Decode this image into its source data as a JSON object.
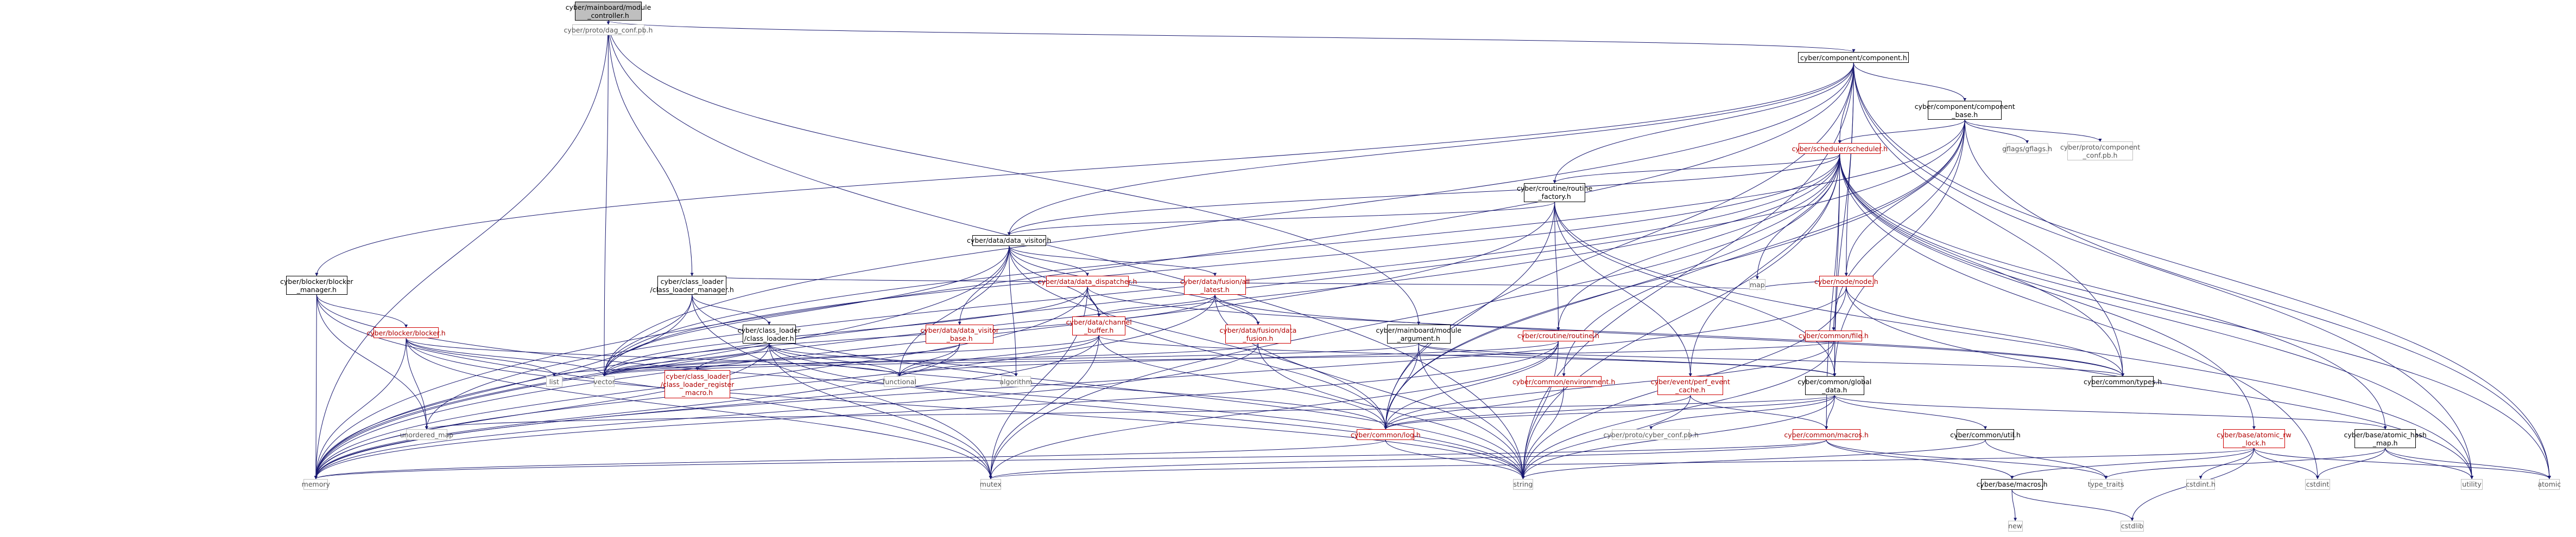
{
  "diagram": {
    "type": "include-dependency-graph",
    "edge_color": "#191970",
    "nodes": [
      {
        "id": "root",
        "label": "cyber/mainboard/module\n_controller.h",
        "style": "root"
      },
      {
        "id": "dag_conf",
        "label": "cyber/proto/dag_conf.pb.h",
        "style": "gray"
      },
      {
        "id": "component",
        "label": "cyber/component/component.h",
        "style": "black"
      },
      {
        "id": "component_base",
        "label": "cyber/component/component\n_base.h",
        "style": "black"
      },
      {
        "id": "gflags",
        "label": "gflags/gflags.h",
        "style": "gray"
      },
      {
        "id": "component_conf",
        "label": "cyber/proto/component\n_conf.pb.h",
        "style": "gray"
      },
      {
        "id": "scheduler",
        "label": "cyber/scheduler/scheduler.h",
        "style": "red"
      },
      {
        "id": "routine_factory",
        "label": "cyber/croutine/routine\n_factory.h",
        "style": "black"
      },
      {
        "id": "data_visitor",
        "label": "cyber/data/data_visitor.h",
        "style": "black"
      },
      {
        "id": "blocker_manager",
        "label": "cyber/blocker/blocker\n_manager.h",
        "style": "black"
      },
      {
        "id": "class_loader_manager",
        "label": "cyber/class_loader\n/class_loader_manager.h",
        "style": "black"
      },
      {
        "id": "data_dispatcher",
        "label": "cyber/data/data_dispatcher.h",
        "style": "red"
      },
      {
        "id": "all_latest",
        "label": "cyber/data/fusion/all\n_latest.h",
        "style": "red"
      },
      {
        "id": "node",
        "label": "cyber/node/node.h",
        "style": "red"
      },
      {
        "id": "blocker",
        "label": "cyber/blocker/blocker.h",
        "style": "red"
      },
      {
        "id": "class_loader",
        "label": "cyber/class_loader\n/class_loader.h",
        "style": "black"
      },
      {
        "id": "channel_buffer",
        "label": "cyber/data/channel\n_buffer.h",
        "style": "red"
      },
      {
        "id": "data_visitor_base",
        "label": "cyber/data/data_visitor\n_base.h",
        "style": "red"
      },
      {
        "id": "data_fusion",
        "label": "cyber/data/fusion/data\n_fusion.h",
        "style": "red"
      },
      {
        "id": "module_argument",
        "label": "cyber/mainboard/module\n_argument.h",
        "style": "black"
      },
      {
        "id": "routine",
        "label": "cyber/croutine/routine.h",
        "style": "red"
      },
      {
        "id": "file",
        "label": "cyber/common/file.h",
        "style": "red"
      },
      {
        "id": "map",
        "label": "map",
        "style": "gray"
      },
      {
        "id": "class_loader_register_macro",
        "label": "cyber/class_loader\n/class_loader_register\n_macro.h",
        "style": "red"
      },
      {
        "id": "environment",
        "label": "cyber/common/environment.h",
        "style": "red"
      },
      {
        "id": "perf_event_cache",
        "label": "cyber/event/perf_event\n_cache.h",
        "style": "red"
      },
      {
        "id": "global_data",
        "label": "cyber/common/global\n_data.h",
        "style": "black"
      },
      {
        "id": "types",
        "label": "cyber/common/types.h",
        "style": "black"
      },
      {
        "id": "list",
        "label": "list",
        "style": "gray"
      },
      {
        "id": "vector",
        "label": "vector",
        "style": "gray"
      },
      {
        "id": "functional",
        "label": "functional",
        "style": "gray"
      },
      {
        "id": "algorithm",
        "label": "algorithm",
        "style": "gray"
      },
      {
        "id": "unordered_map",
        "label": "unordered_map",
        "style": "gray"
      },
      {
        "id": "log",
        "label": "cyber/common/log.h",
        "style": "red"
      },
      {
        "id": "cyber_conf",
        "label": "cyber/proto/cyber_conf.pb.h",
        "style": "gray"
      },
      {
        "id": "macros_common",
        "label": "cyber/common/macros.h",
        "style": "red"
      },
      {
        "id": "util",
        "label": "cyber/common/util.h",
        "style": "black"
      },
      {
        "id": "atomic_rw_lock",
        "label": "cyber/base/atomic_rw\n_lock.h",
        "style": "red"
      },
      {
        "id": "atomic_hash_map",
        "label": "cyber/base/atomic_hash\n_map.h",
        "style": "black"
      },
      {
        "id": "memory",
        "label": "memory",
        "style": "gray"
      },
      {
        "id": "mutex",
        "label": "mutex",
        "style": "gray"
      },
      {
        "id": "string",
        "label": "string",
        "style": "gray"
      },
      {
        "id": "type_traits",
        "label": "type_traits",
        "style": "gray"
      },
      {
        "id": "base_macros",
        "label": "cyber/base/macros.h",
        "style": "black"
      },
      {
        "id": "uint_h",
        "label": "cstdint.h",
        "style": "gray"
      },
      {
        "id": "cstdint",
        "label": "cstdint",
        "style": "gray"
      },
      {
        "id": "utility",
        "label": "utility",
        "style": "gray"
      },
      {
        "id": "atomic",
        "label": "atomic",
        "style": "gray"
      },
      {
        "id": "new",
        "label": "new",
        "style": "gray"
      },
      {
        "id": "cstdlib",
        "label": "cstdlib",
        "style": "gray"
      }
    ],
    "edges": [
      [
        "root",
        "dag_conf"
      ],
      [
        "root",
        "component"
      ],
      [
        "root",
        "memory"
      ],
      [
        "root",
        "vector"
      ],
      [
        "root",
        "class_loader_manager"
      ],
      [
        "root",
        "module_argument"
      ],
      [
        "root",
        "string"
      ],
      [
        "component",
        "component_base"
      ],
      [
        "component",
        "scheduler"
      ],
      [
        "component",
        "routine_factory"
      ],
      [
        "component",
        "data_visitor"
      ],
      [
        "component",
        "blocker_manager"
      ],
      [
        "component",
        "types"
      ],
      [
        "component",
        "global_data"
      ],
      [
        "component",
        "utility"
      ],
      [
        "component",
        "memory"
      ],
      [
        "component",
        "vector"
      ],
      [
        "component",
        "node"
      ],
      [
        "component",
        "string"
      ],
      [
        "component",
        "atomic"
      ],
      [
        "component",
        "log"
      ],
      [
        "component_base",
        "gflags"
      ],
      [
        "component_base",
        "component_conf"
      ],
      [
        "component_base",
        "scheduler"
      ],
      [
        "component_base",
        "node"
      ],
      [
        "component_base",
        "file"
      ],
      [
        "component_base",
        "environment"
      ],
      [
        "component_base",
        "memory"
      ],
      [
        "component_base",
        "vector"
      ],
      [
        "component_base",
        "atomic"
      ],
      [
        "component_base",
        "global_data"
      ],
      [
        "component_base",
        "log"
      ],
      [
        "scheduler",
        "routine_factory"
      ],
      [
        "scheduler",
        "data_visitor"
      ],
      [
        "scheduler",
        "routine"
      ],
      [
        "scheduler",
        "map"
      ],
      [
        "scheduler",
        "mutex"
      ],
      [
        "scheduler",
        "vector"
      ],
      [
        "scheduler",
        "string"
      ],
      [
        "scheduler",
        "unordered_map"
      ],
      [
        "scheduler",
        "memory"
      ],
      [
        "scheduler",
        "atomic_rw_lock"
      ],
      [
        "scheduler",
        "atomic_hash_map"
      ],
      [
        "scheduler",
        "types"
      ],
      [
        "scheduler",
        "macros_common"
      ],
      [
        "scheduler",
        "log"
      ],
      [
        "scheduler",
        "global_data"
      ],
      [
        "scheduler",
        "utility"
      ],
      [
        "scheduler",
        "atomic"
      ],
      [
        "scheduler",
        "cstdint"
      ],
      [
        "scheduler",
        "perf_event_cache"
      ],
      [
        "routine_factory",
        "data_visitor"
      ],
      [
        "routine_factory",
        "routine"
      ],
      [
        "routine_factory",
        "global_data"
      ],
      [
        "routine_factory",
        "log"
      ],
      [
        "routine_factory",
        "memory"
      ],
      [
        "routine_factory",
        "utility"
      ],
      [
        "routine_factory",
        "perf_event_cache"
      ],
      [
        "data_visitor",
        "data_dispatcher"
      ],
      [
        "data_visitor",
        "all_latest"
      ],
      [
        "data_visitor",
        "data_visitor_base"
      ],
      [
        "data_visitor",
        "data_fusion"
      ],
      [
        "data_visitor",
        "channel_buffer"
      ],
      [
        "data_visitor",
        "log"
      ],
      [
        "data_visitor",
        "algorithm"
      ],
      [
        "data_visitor",
        "functional"
      ],
      [
        "data_visitor",
        "memory"
      ],
      [
        "data_visitor",
        "vector"
      ],
      [
        "blocker_manager",
        "blocker"
      ],
      [
        "blocker_manager",
        "memory"
      ],
      [
        "blocker_manager",
        "mutex"
      ],
      [
        "blocker_manager",
        "string"
      ],
      [
        "blocker_manager",
        "unordered_map"
      ],
      [
        "class_loader_manager",
        "class_loader"
      ],
      [
        "class_loader_manager",
        "map"
      ],
      [
        "class_loader_manager",
        "memory"
      ],
      [
        "class_loader_manager",
        "mutex"
      ],
      [
        "class_loader_manager",
        "string"
      ],
      [
        "class_loader_manager",
        "vector"
      ],
      [
        "data_dispatcher",
        "channel_buffer"
      ],
      [
        "data_dispatcher",
        "types"
      ],
      [
        "data_dispatcher",
        "log"
      ],
      [
        "data_dispatcher",
        "memory"
      ],
      [
        "data_dispatcher",
        "mutex"
      ],
      [
        "data_dispatcher",
        "vector"
      ],
      [
        "all_latest",
        "data_fusion"
      ],
      [
        "all_latest",
        "channel_buffer"
      ],
      [
        "all_latest",
        "types"
      ],
      [
        "all_latest",
        "memory"
      ],
      [
        "all_latest",
        "string"
      ],
      [
        "all_latest",
        "vector"
      ],
      [
        "node",
        "types"
      ],
      [
        "node",
        "map"
      ],
      [
        "node",
        "memory"
      ],
      [
        "node",
        "string"
      ],
      [
        "node",
        "utility"
      ],
      [
        "blocker",
        "list"
      ],
      [
        "blocker",
        "vector"
      ],
      [
        "blocker",
        "functional"
      ],
      [
        "blocker",
        "memory"
      ],
      [
        "blocker",
        "mutex"
      ],
      [
        "blocker",
        "string"
      ],
      [
        "blocker",
        "unordered_map"
      ],
      [
        "class_loader",
        "class_loader_register_macro"
      ],
      [
        "class_loader",
        "algorithm"
      ],
      [
        "class_loader",
        "functional"
      ],
      [
        "class_loader",
        "memory"
      ],
      [
        "class_loader",
        "mutex"
      ],
      [
        "class_loader",
        "string"
      ],
      [
        "class_loader",
        "vector"
      ],
      [
        "class_loader",
        "log"
      ],
      [
        "channel_buffer",
        "functional"
      ],
      [
        "channel_buffer",
        "memory"
      ],
      [
        "channel_buffer",
        "mutex"
      ],
      [
        "channel_buffer",
        "vector"
      ],
      [
        "channel_buffer",
        "log"
      ],
      [
        "channel_buffer",
        "global_data"
      ],
      [
        "data_visitor_base",
        "functional"
      ],
      [
        "data_visitor_base",
        "memory"
      ],
      [
        "data_visitor_base",
        "vector"
      ],
      [
        "data_fusion",
        "memory"
      ],
      [
        "data_fusion",
        "string"
      ],
      [
        "data_fusion",
        "vector"
      ],
      [
        "module_argument",
        "global_data"
      ],
      [
        "module_argument",
        "log"
      ],
      [
        "module_argument",
        "types"
      ],
      [
        "module_argument",
        "string"
      ],
      [
        "module_argument",
        "list"
      ],
      [
        "routine",
        "functional"
      ],
      [
        "routine",
        "memory"
      ],
      [
        "routine",
        "mutex"
      ],
      [
        "routine",
        "string"
      ],
      [
        "routine",
        "log"
      ],
      [
        "file",
        "log"
      ],
      [
        "file",
        "string"
      ],
      [
        "file",
        "vector"
      ],
      [
        "environment",
        "log"
      ],
      [
        "environment",
        "string"
      ],
      [
        "perf_event_cache",
        "log"
      ],
      [
        "perf_event_cache",
        "macros_common"
      ],
      [
        "perf_event_cache",
        "string"
      ],
      [
        "global_data",
        "cyber_conf"
      ],
      [
        "global_data",
        "macros_common"
      ],
      [
        "global_data",
        "util"
      ],
      [
        "global_data",
        "atomic_hash_map"
      ],
      [
        "global_data",
        "unordered_map"
      ],
      [
        "global_data",
        "string"
      ],
      [
        "global_data",
        "log"
      ],
      [
        "macros_common",
        "base_macros"
      ],
      [
        "macros_common",
        "type_traits"
      ],
      [
        "macros_common",
        "mutex"
      ],
      [
        "macros_common",
        "memory"
      ],
      [
        "util",
        "string"
      ],
      [
        "util",
        "type_traits"
      ],
      [
        "atomic_rw_lock",
        "uint_h"
      ],
      [
        "atomic_rw_lock",
        "cstdlib"
      ],
      [
        "atomic_rw_lock",
        "mutex"
      ],
      [
        "atomic_rw_lock",
        "atomic"
      ],
      [
        "atomic_rw_lock",
        "base_macros"
      ],
      [
        "atomic_rw_lock",
        "cstdint"
      ],
      [
        "atomic_hash_map",
        "cstdint"
      ],
      [
        "atomic_hash_map",
        "type_traits"
      ],
      [
        "atomic_hash_map",
        "utility"
      ],
      [
        "atomic_hash_map",
        "atomic"
      ],
      [
        "base_macros",
        "new"
      ],
      [
        "base_macros",
        "cstdlib"
      ],
      [
        "log",
        "string"
      ],
      [
        "log",
        "memory"
      ]
    ]
  }
}
